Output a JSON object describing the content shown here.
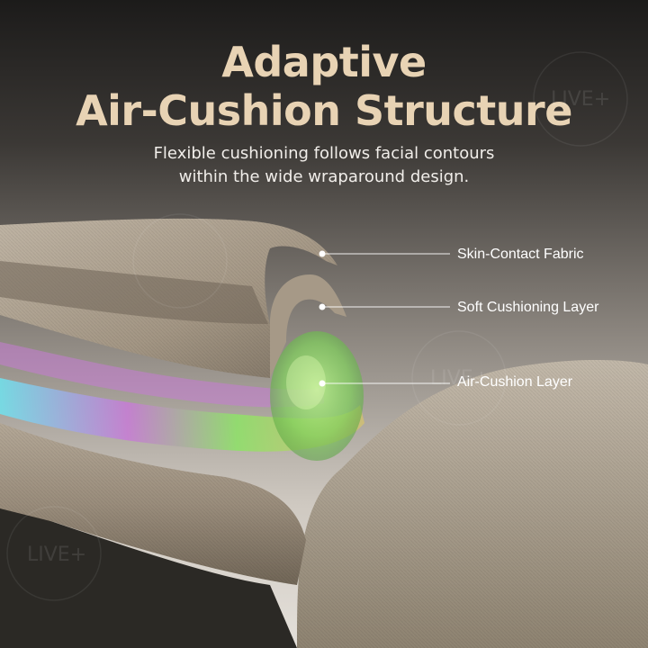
{
  "header": {
    "title_line_1": "Adaptive",
    "title_line_2": "Air-Cushion Structure",
    "subtitle_line_1": "Flexible cushioning follows facial contours",
    "subtitle_line_2": "within the wide wraparound design."
  },
  "callouts": [
    {
      "label": "Skin-Contact Fabric"
    },
    {
      "label": "Soft Cushioning Layer"
    },
    {
      "label": "Air-Cushion Layer"
    }
  ],
  "watermark": {
    "text": "LIVE+"
  },
  "colors": {
    "title": "#e8d3b4",
    "subtitle": "#f1eeea",
    "callout_line": "#ffffff",
    "fabric": "#a59887",
    "fabric_shadow": "#6d6356",
    "iridescent_pink": "#c77bd6",
    "iridescent_green": "#8fe06a",
    "iridescent_cyan": "#6fe3ef"
  }
}
